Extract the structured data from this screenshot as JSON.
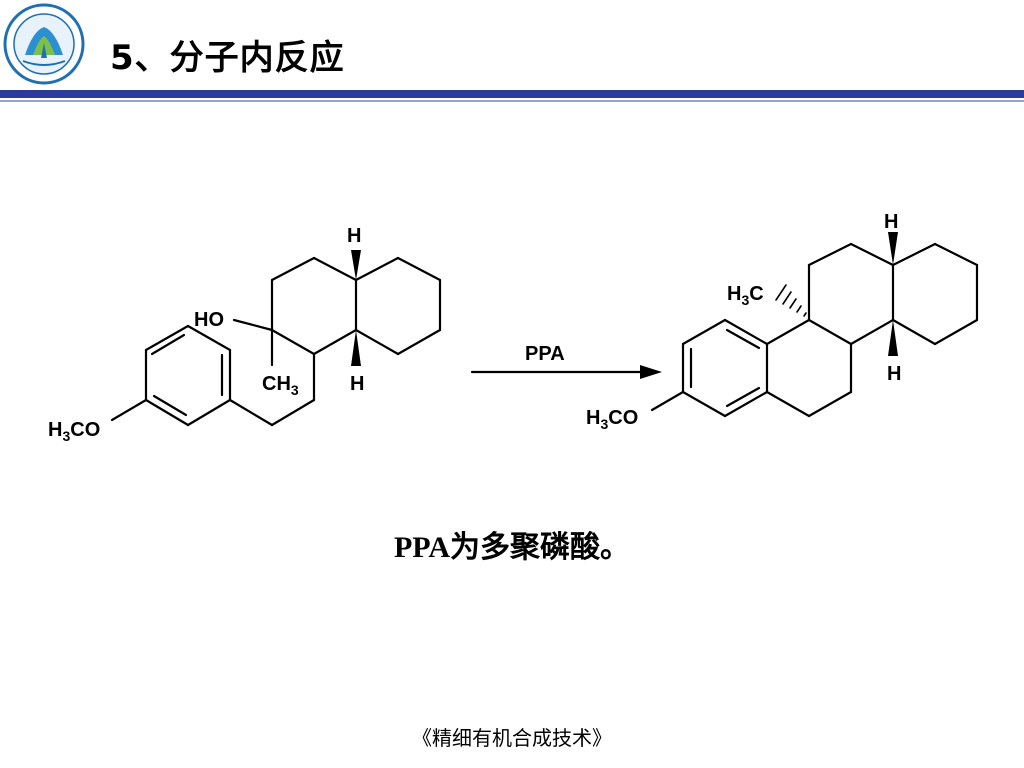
{
  "header": {
    "title": "5、分子内反应",
    "logo_icon": "university-seal-icon",
    "rule_color": "#2e3a9a"
  },
  "scheme": {
    "reactant": {
      "labels": {
        "h_top": "H",
        "h_bottom": "H",
        "hydroxy": "HO",
        "methyl": "CH",
        "methyl_sub": "3",
        "methoxy_h": "H",
        "methoxy_sub": "3",
        "methoxy_co": "CO"
      }
    },
    "arrow_label": "PPA",
    "product": {
      "labels": {
        "h_top": "H",
        "h_bottom": "H",
        "methyl_h": "H",
        "methyl_sub": "3",
        "methyl_c": "C",
        "methoxy_h": "H",
        "methoxy_sub": "3",
        "methoxy_co": "CO"
      }
    }
  },
  "note": "PPA为多聚磷酸。",
  "footer": "《精细有机合成技术》"
}
